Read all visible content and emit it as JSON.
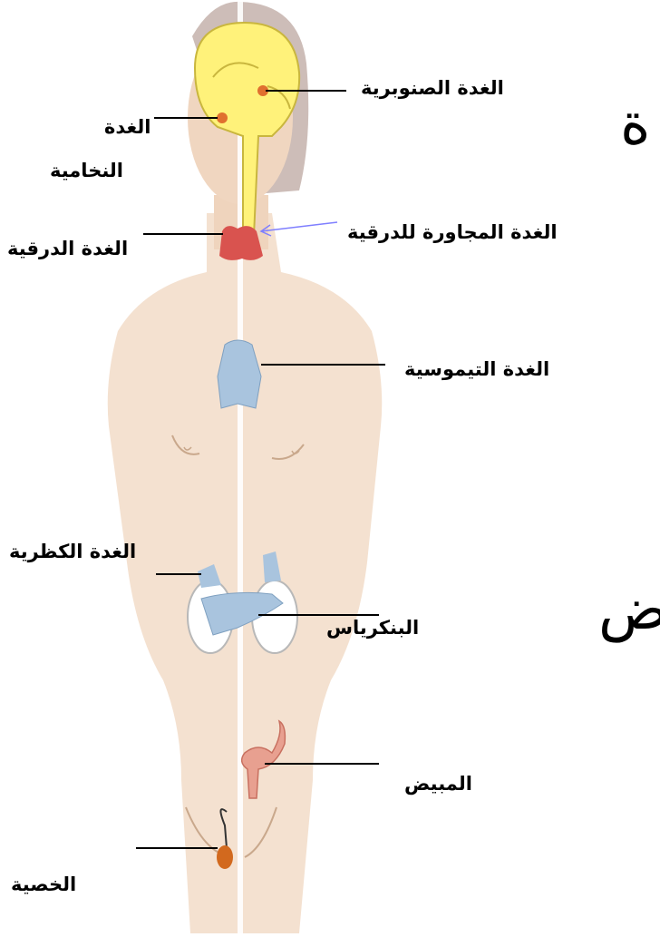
{
  "labels": {
    "pineal": "الغدة الصنوبرية",
    "pituitary_line1": "الغدة",
    "pituitary_line2": "النخامية",
    "parathyroid": "الغدة المجاورة للدرقية",
    "thyroid": "الغدة الدرقية",
    "thymus": "الغدة التيموسية",
    "adrenal": "الغدة الكظرية",
    "pancreas": "البنكرياس",
    "ovary": "المبيض",
    "testis": "الخصية"
  },
  "background_text": {
    "fragment_top": "ة",
    "fragment_middle": "ض"
  },
  "colors": {
    "skin": "#f2dcc8",
    "skin_shade": "#e8c8aa",
    "hair": "#c8b8b4",
    "brain": "#fff27a",
    "brain_outline": "#d9c94a",
    "thyroid": "#d9534f",
    "thymus_pancreas": "#a9c4de",
    "kidney": "#ffffff",
    "ovary": "#e8a090",
    "testis": "#d2691e",
    "pointer": "#000000",
    "parathyroid_pointer": "#7f7fff"
  }
}
